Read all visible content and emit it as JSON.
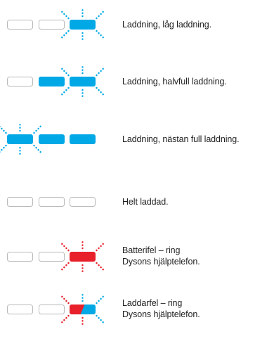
{
  "colors": {
    "off_outline": "#b9b9b9",
    "blue": "#00a8e6",
    "red": "#e8202a",
    "text": "#222222"
  },
  "rows": [
    {
      "id": "low-charge",
      "segments": [
        "off",
        "off",
        "blue"
      ],
      "flash": "blue",
      "label": [
        "Laddning, låg laddning."
      ]
    },
    {
      "id": "half-charge",
      "segments": [
        "off",
        "blue",
        "blue"
      ],
      "flash": "blue",
      "label": [
        "Laddning, halvfull laddning."
      ]
    },
    {
      "id": "almost-full",
      "segments": [
        "blue",
        "blue",
        "blue"
      ],
      "flash": "blue",
      "label": [
        "Laddning, nästan full laddning."
      ]
    },
    {
      "id": "fully-charged",
      "segments": [
        "off",
        "off",
        "off"
      ],
      "flash": null,
      "label": [
        "Helt laddad."
      ]
    },
    {
      "id": "battery-fault",
      "segments": [
        "off",
        "off",
        "red"
      ],
      "flash": "red",
      "label": [
        "Batterifel – ring",
        "Dysons hjälptelefon."
      ]
    },
    {
      "id": "charging-fault",
      "segments": [
        "off",
        "off",
        "red-blue"
      ],
      "flash": "mixed",
      "label": [
        "Laddarfel – ring",
        "Dysons hjälptelefon."
      ]
    }
  ]
}
